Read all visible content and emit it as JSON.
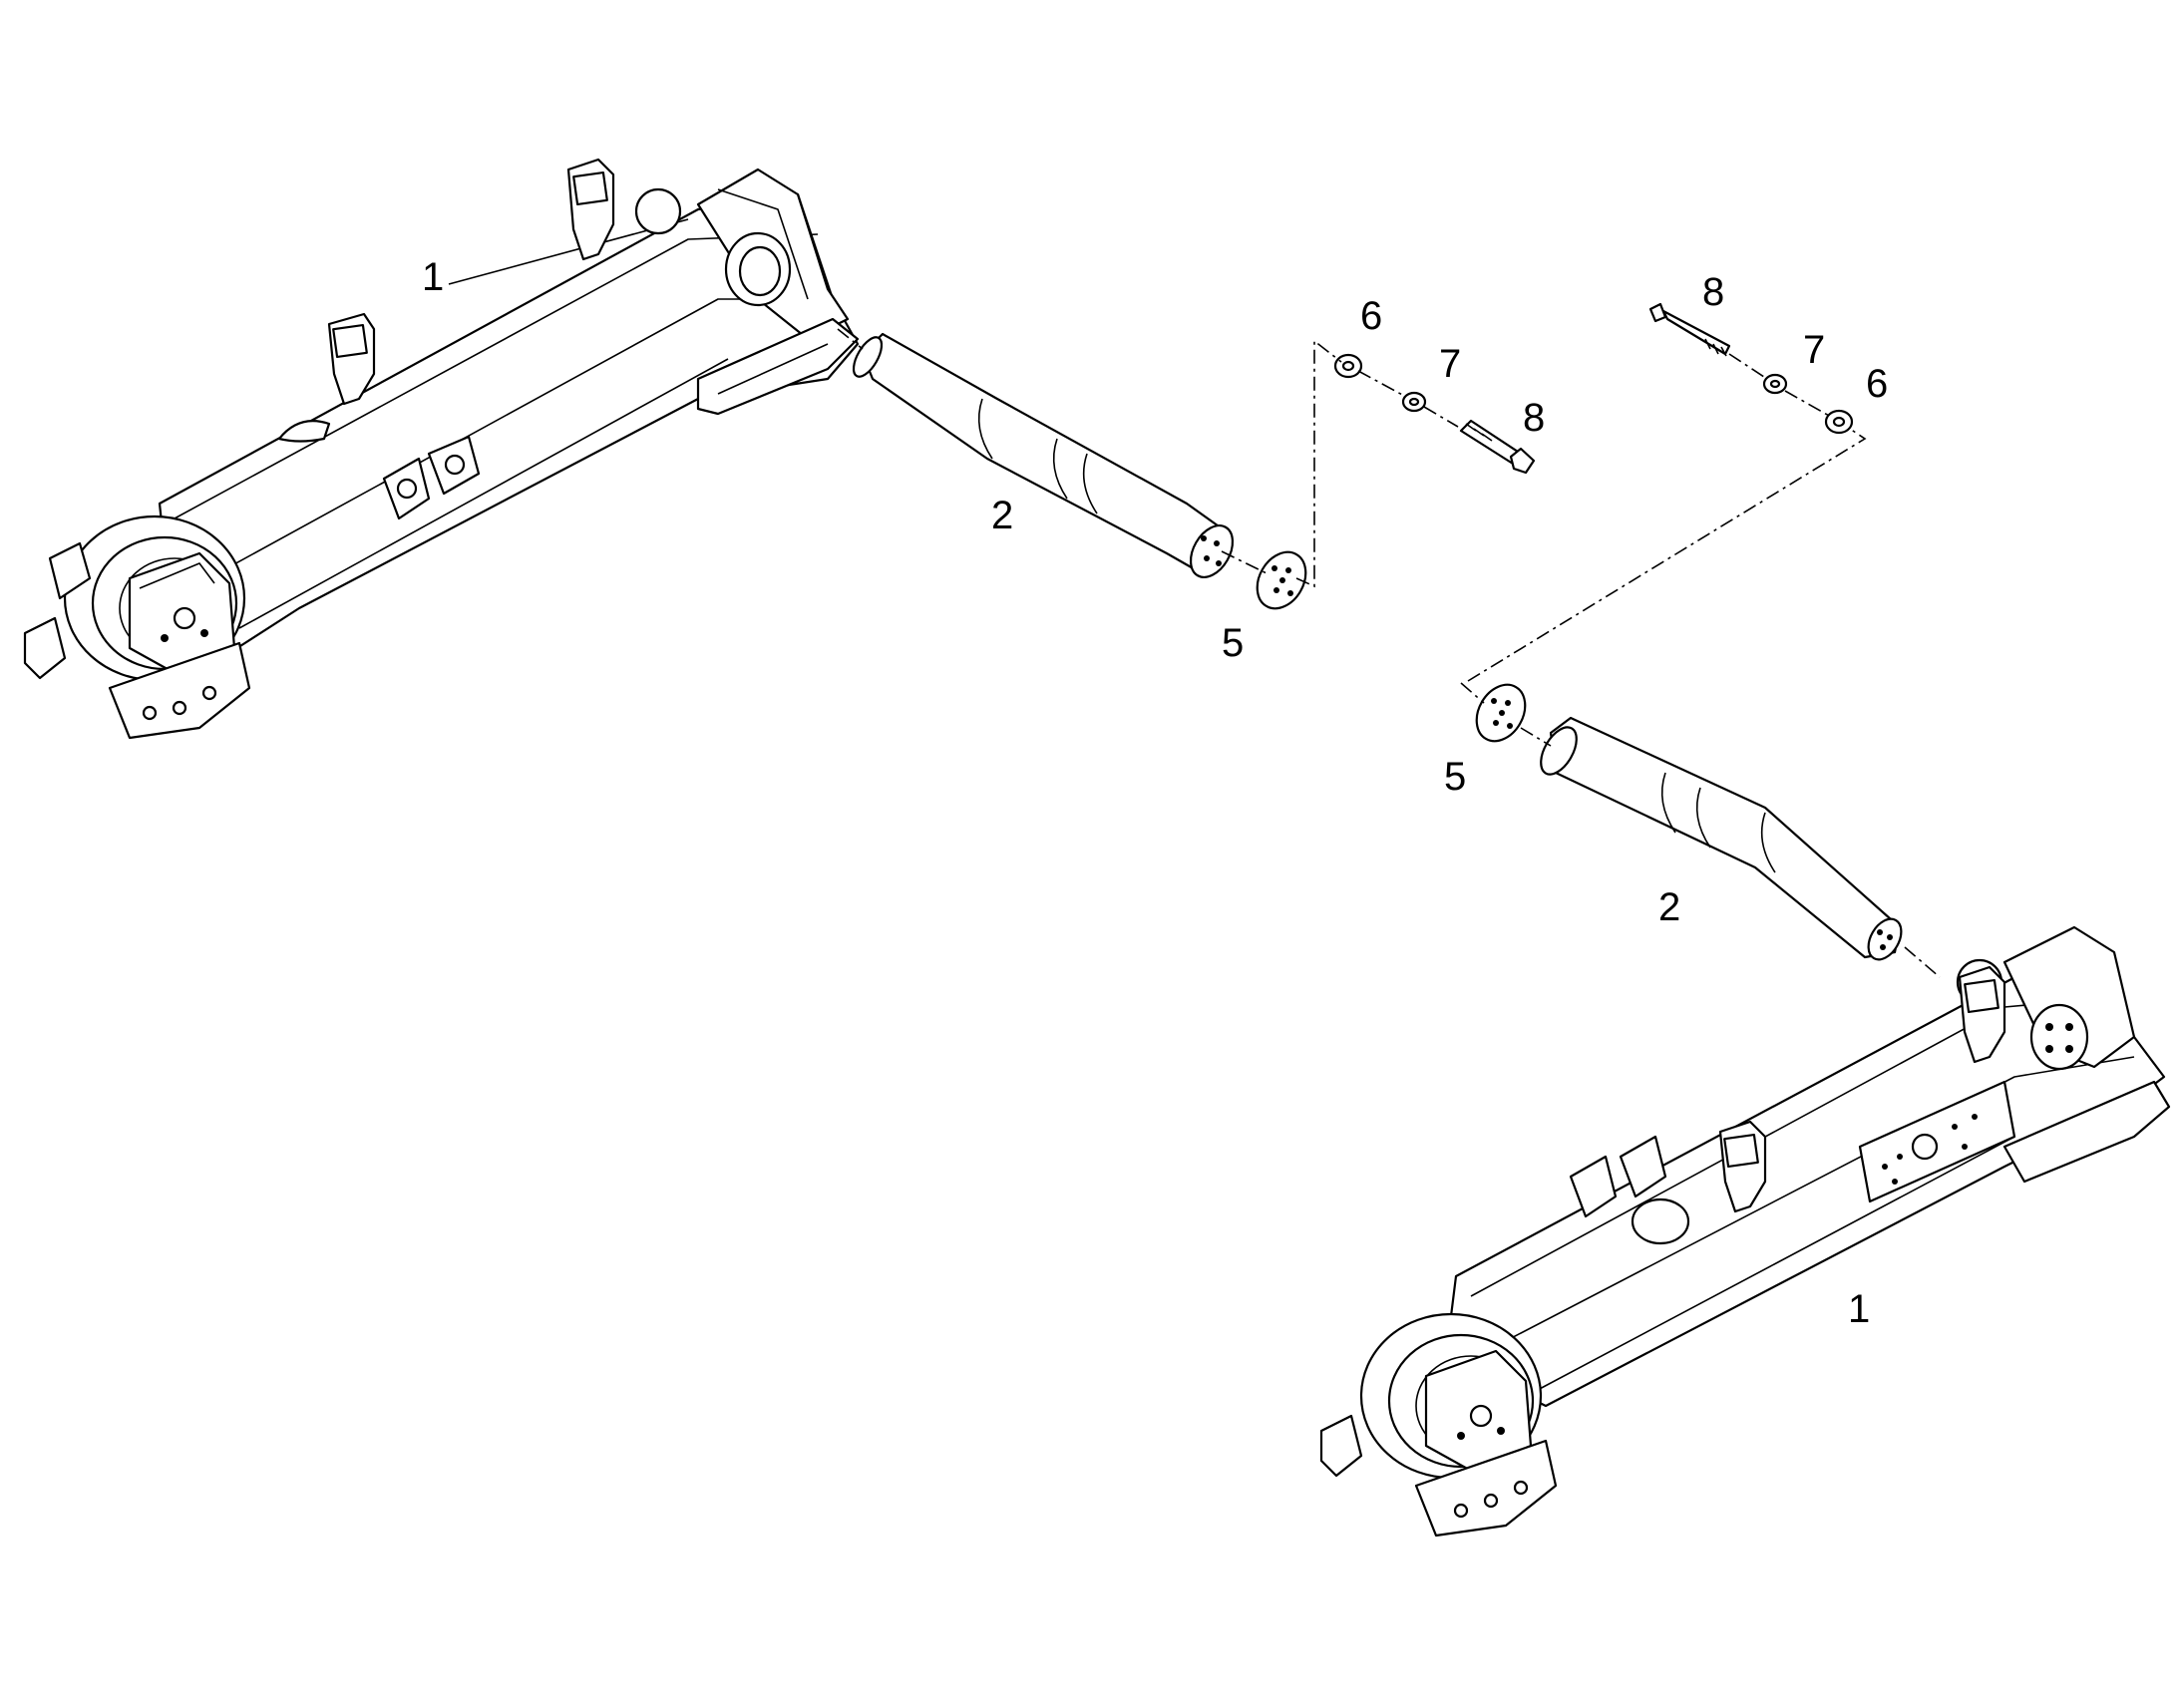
{
  "callouts": {
    "frame_left": "1",
    "frame_right": "1",
    "shaft_left": "2",
    "shaft_right": "2",
    "plate_left": "5",
    "plate_right": "5",
    "washer_left": "6",
    "washer_right": "6",
    "lockwasher_left": "7",
    "lockwasher_right": "7",
    "bolt_left": "8",
    "bolt_right": "8"
  },
  "colors": {
    "line": "#000000",
    "background": "#ffffff"
  },
  "icons": {
    "frame": "track-frame-assembly",
    "shaft": "pivot-shaft",
    "plate": "retaining-plate",
    "washer": "flat-washer",
    "lockwasher": "lock-washer",
    "bolt": "hex-bolt"
  }
}
